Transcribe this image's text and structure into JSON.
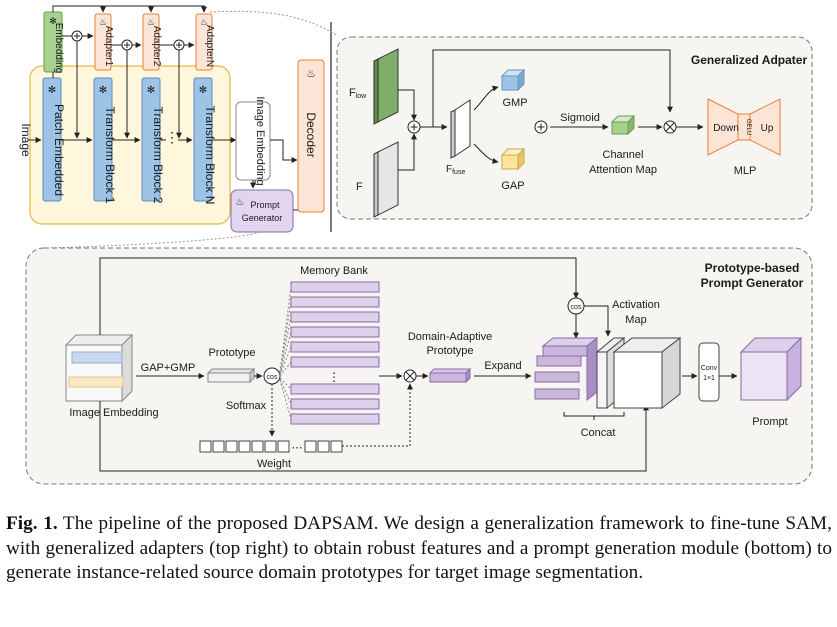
{
  "diagram": {
    "encoder": {
      "input_label": "Image",
      "blocks": [
        "Patch Embedded",
        "Transform Block 1",
        "Transform Block 2",
        "Transform Block N"
      ],
      "embedding_adapter": "Embedding",
      "adapters": [
        "Adapter1",
        "Adapter2",
        "AdapterN"
      ],
      "ellipsis": "⋮",
      "image_embedding": "Image Embedding",
      "prompt_generator": [
        "Prompt",
        "Generator"
      ],
      "decoder": "Decoder"
    },
    "adapter_panel": {
      "title": "Generalized Adpater",
      "f_low": "F",
      "f_low_sub": "low",
      "f": "F",
      "f_fuse": "F",
      "f_fuse_sub": "fuse",
      "gmp": "GMP",
      "gap": "GAP",
      "sigmoid": "Sigmoid",
      "channel_attention": [
        "Channel",
        "Attention Map"
      ],
      "down": "Down",
      "gelu": "GELU",
      "up": "Up",
      "mlp": "MLP"
    },
    "prompt_panel": {
      "title": [
        "Prototype-based",
        "Prompt Generator"
      ],
      "image_embedding": "Image Embedding",
      "gap_gmp": "GAP+GMP",
      "prototype": "Prototype",
      "cos": "cos",
      "memory_bank": "Memory Bank",
      "softmax": "Softmax",
      "weight": "Weight",
      "dots": "⋯",
      "vdots": "⋮",
      "domain_adaptive": [
        "Domain-Adaptive",
        "Prototype"
      ],
      "expand": "Expand",
      "activation_map": [
        "Activation",
        "Map"
      ],
      "concat": "Concat",
      "conv": [
        "Conv",
        "1×1"
      ],
      "prompt": "Prompt"
    },
    "colors": {
      "green": "#a9d18e",
      "blue": "#9dc3e6",
      "orange_fill": "#fbe5d6",
      "orange_edge": "#ed7d31",
      "purple": "#c9b8dc",
      "yellow_bg": "#fff7dc",
      "yellow_edge": "#e6b84a",
      "panel_bg": "#f6f5f2"
    }
  },
  "caption": {
    "label": "Fig. 1.",
    "text": "The pipeline of the proposed DAPSAM. We design a generalization framework to fine-tune SAM, with generalized adapters (top right) to obtain robust features and a prompt generation module (bottom) to generate instance-related source domain prototypes for target image segmentation."
  }
}
